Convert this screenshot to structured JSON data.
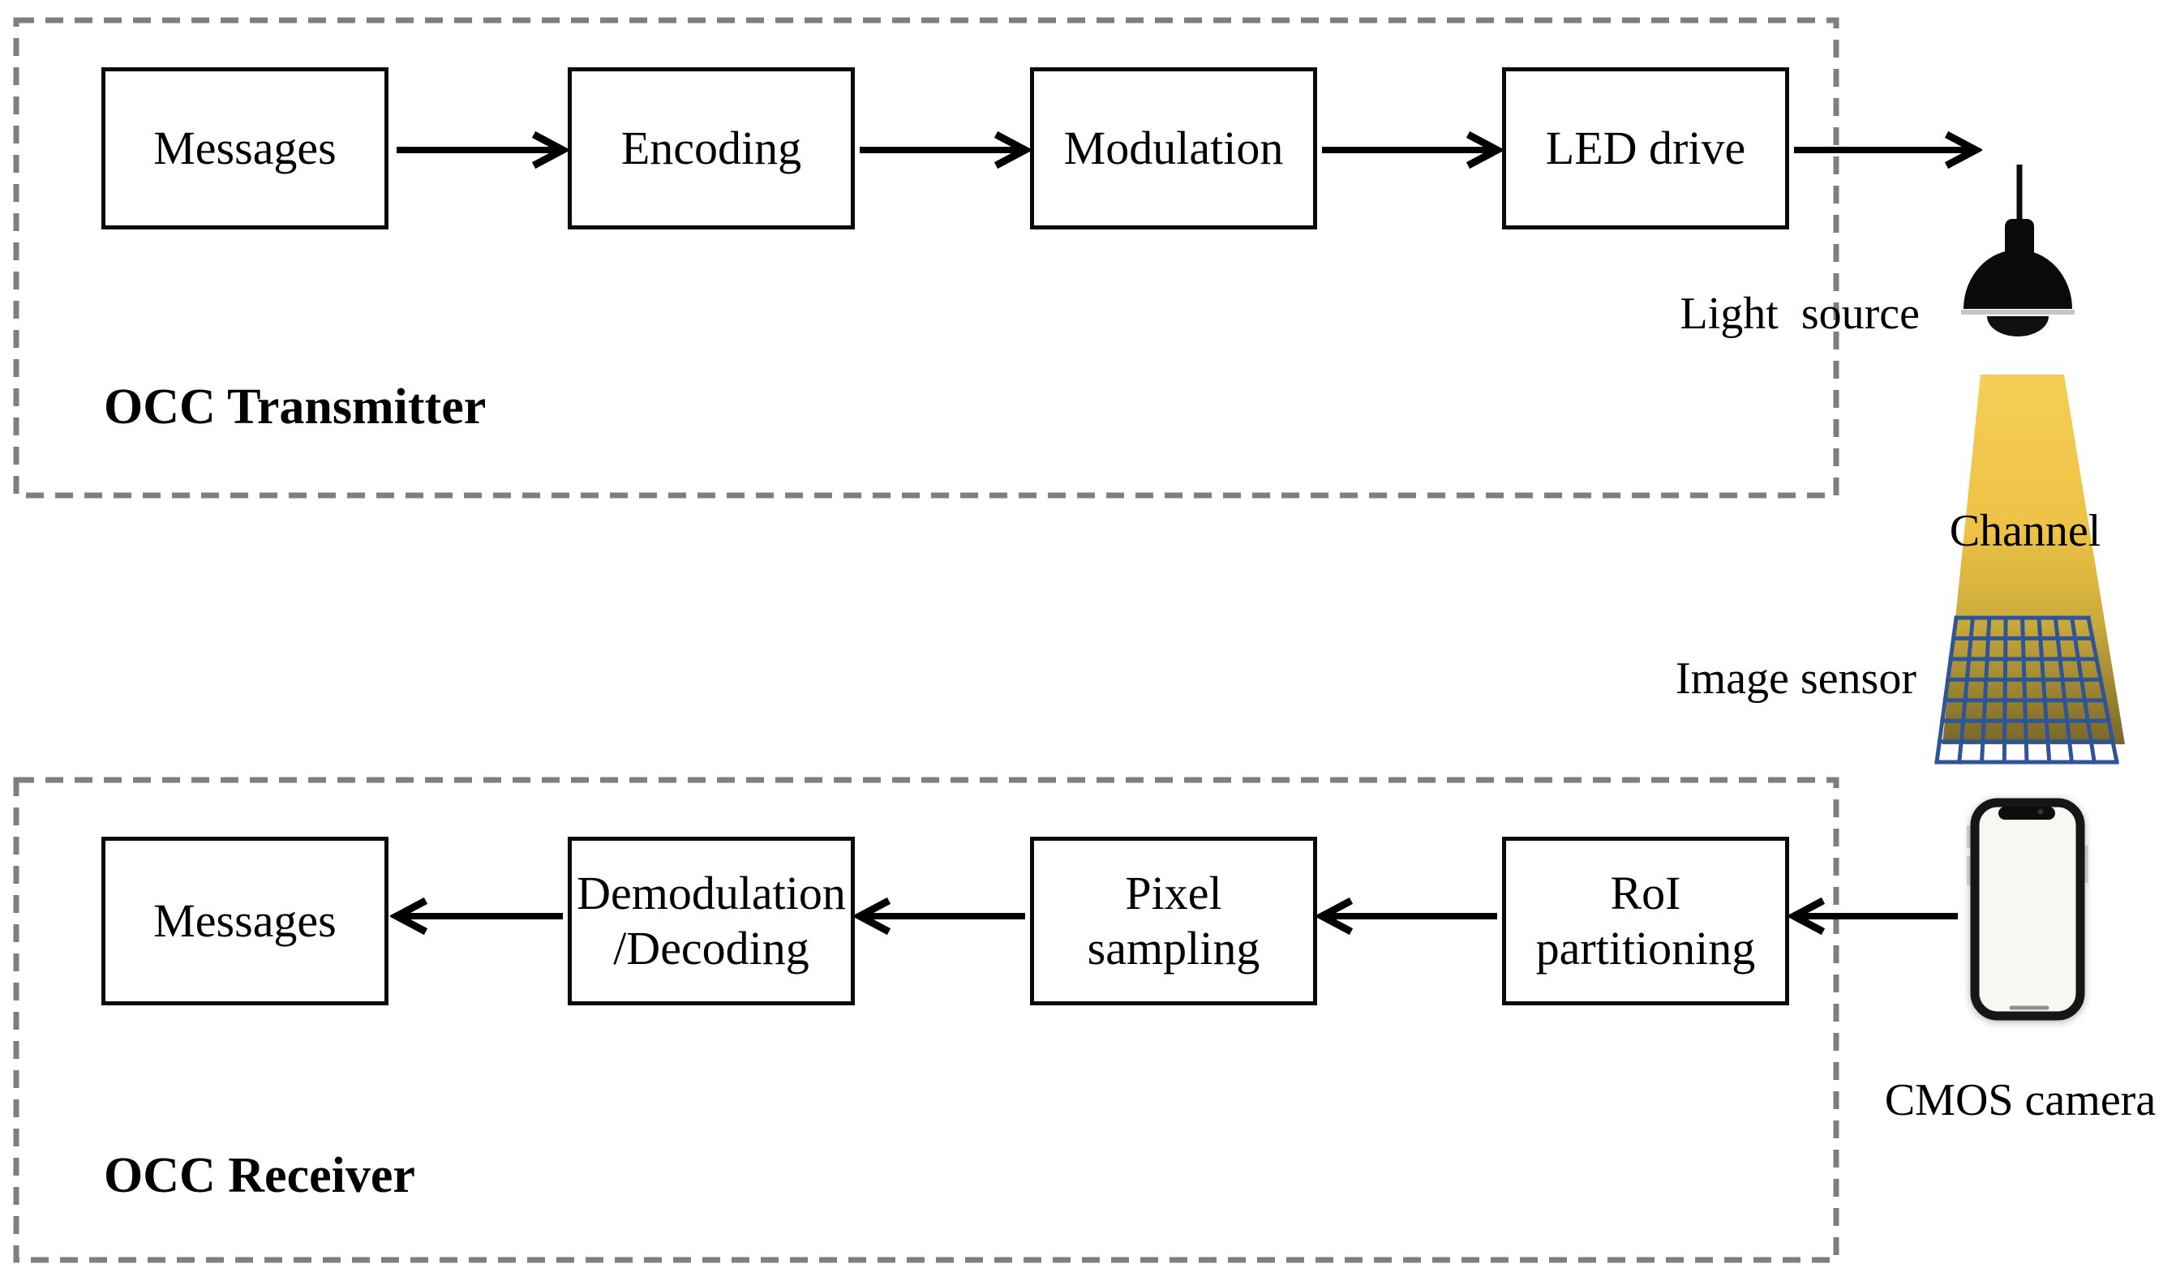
{
  "diagram": {
    "transmitter": {
      "title": "OCC Transmitter",
      "boxes": [
        "Messages",
        "Encoding",
        "Modulation",
        "LED drive"
      ]
    },
    "receiver": {
      "title": "OCC Receiver",
      "boxes": [
        "Messages",
        "Demodulation\n/Decoding",
        "Pixel\nsampling",
        "RoI\npartitioning"
      ]
    },
    "labels": {
      "light_source": "Light  source",
      "channel": "Channel",
      "image_sensor": "Image sensor",
      "cmos_camera": "CMOS camera"
    },
    "icons": {
      "light_source": "pendant-lamp-icon",
      "channel": "light-beam-shape",
      "image_sensor": "sensor-grid-icon",
      "cmos_camera": "smartphone-icon"
    },
    "colors": {
      "beam_yellow_top": "#F6CE55",
      "beam_dark_bottom": "#77672A",
      "sensor_grid_blue": "#2F5597",
      "frame_dash_gray": "#7F7F7F",
      "ink_black": "#000000"
    }
  }
}
